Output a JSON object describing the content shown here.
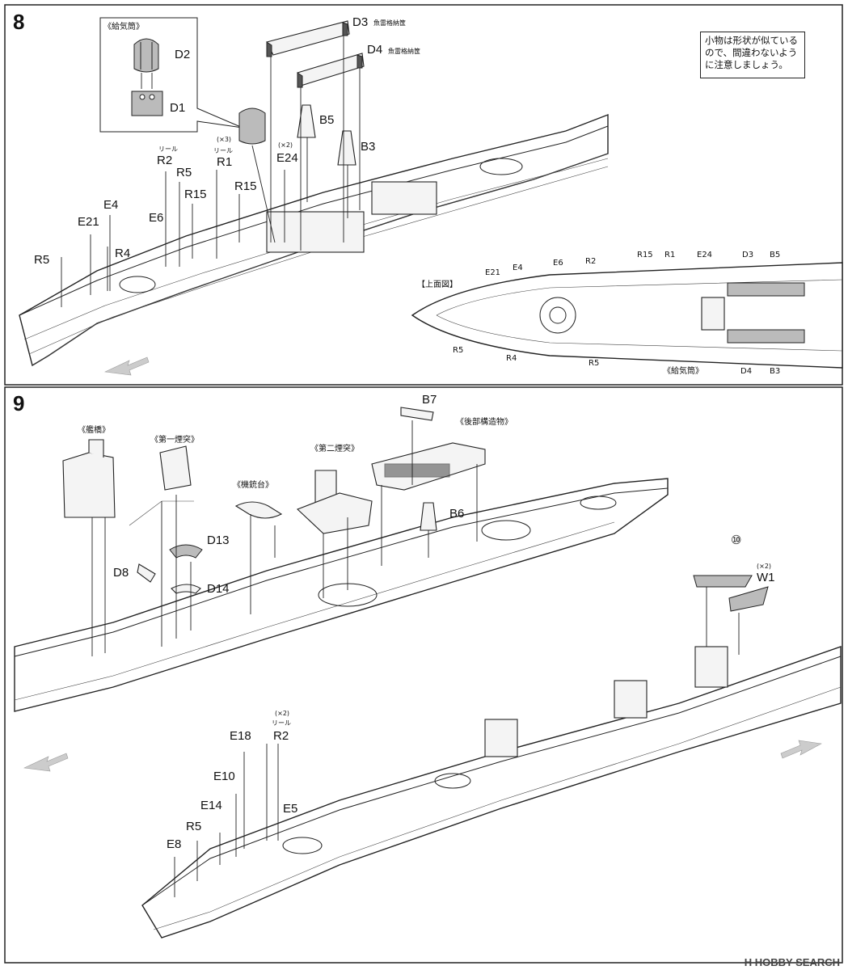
{
  "step8": {
    "number": "8",
    "labels": {
      "kyukitou": "《給気筒》",
      "d2": "D2",
      "d1": "D1",
      "d3": "D3",
      "d3_note": "魚雷格納筺",
      "d4": "D4",
      "d4_note": "魚雷格納筺",
      "b5": "B5",
      "b3": "B3",
      "x2": "(×2)",
      "e24": "E24",
      "x3": "(×3)",
      "reel1": "リール",
      "r1": "R1",
      "reel2": "リール",
      "r2": "R2",
      "r5a": "R5",
      "r15a": "R15",
      "r15b": "R15",
      "e4": "E4",
      "e6": "E6",
      "e21": "E21",
      "r4": "R4",
      "r5b": "R5"
    },
    "top_view": {
      "title": "【上面図】",
      "labels": [
        "E21",
        "E4",
        "E6",
        "R2",
        "R15",
        "R1",
        "E24",
        "D3",
        "B5",
        "R5",
        "R4",
        "R5",
        "《給気筒》",
        "D4",
        "B3"
      ]
    },
    "note": "小物は形状が似ているので、間違わないように注意しましょう。"
  },
  "step9": {
    "number": "9",
    "labels": {
      "bridge": "《艦橋》",
      "funnel1": "《第一煙突》",
      "funnel2": "《第二煙突》",
      "gunmount": "《機銃台》",
      "rear": "《後部構造物》",
      "b7": "B7",
      "b6": "B6",
      "d13": "D13",
      "d14": "D14",
      "d8": "D8",
      "ten": "⑩",
      "x2w": "(×2)",
      "w1": "W1",
      "x2r": "(×2)",
      "reel": "リール",
      "r2": "R2",
      "e18": "E18",
      "e10": "E10",
      "e14": "E14",
      "e5": "E5",
      "r5": "R5",
      "e8": "E8"
    }
  },
  "watermark": "H HOBBY SEARCH"
}
